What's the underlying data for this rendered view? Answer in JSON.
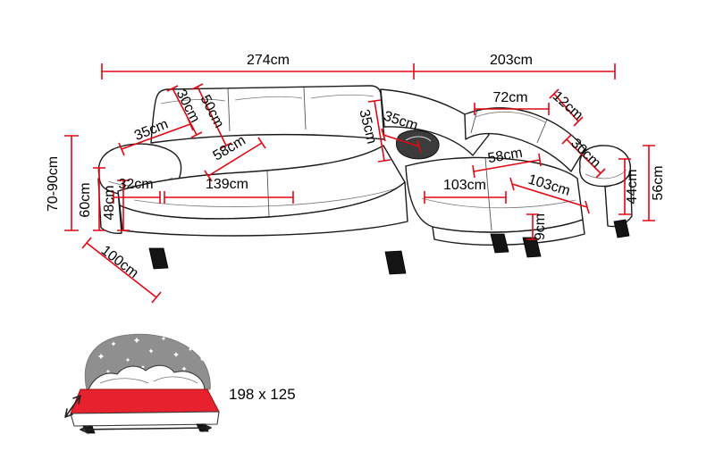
{
  "diagram": {
    "colors": {
      "dimension_red": "#e30613",
      "outline_black": "#1b1b1b",
      "bed_gray": "#8f8f8f",
      "mattress_red": "#e8212e"
    },
    "overall": {
      "width_left": "274cm",
      "width_right": "203cm"
    },
    "left_section": {
      "backrest_height_range": "70-90cm",
      "seat_height": "60cm",
      "cushion_height": "48cm",
      "depth": "100cm",
      "armrest_top_width": "35cm",
      "headrest_depth": "30cm",
      "backrest_height": "50cm",
      "seat_depth": "58cm",
      "armrest_front_width": "32cm",
      "seat_width": "139cm"
    },
    "corner_section": {
      "back_width": "35cm",
      "cushion_width": "35cm"
    },
    "right_section": {
      "headrest_width": "72cm",
      "headrest_thickness": "12cm",
      "seat_depth": "58cm",
      "armrest_width": "30cm",
      "seat_width": "103cm",
      "chaise_length": "103cm",
      "height": "56cm",
      "seat_height": "44cm",
      "leg_height": "9cm"
    },
    "sleeping_area": {
      "size": "198 x 125"
    }
  }
}
